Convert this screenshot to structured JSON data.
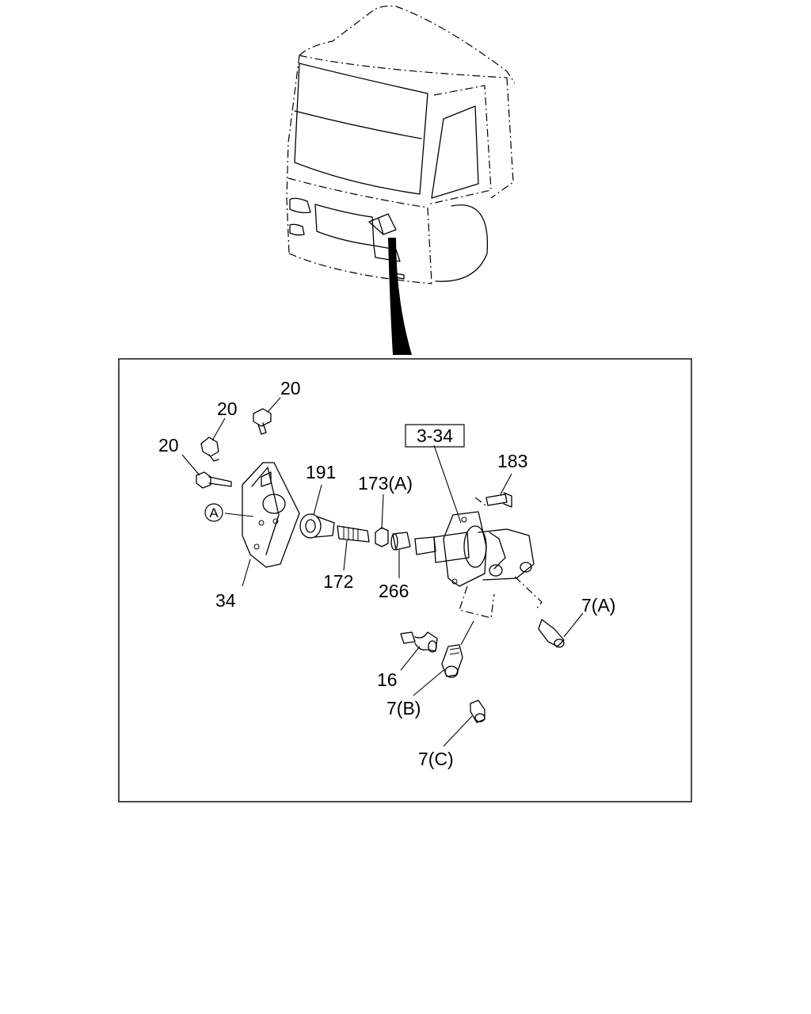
{
  "callouts": {
    "c20a": "20",
    "c20b": "20",
    "c20c": "20",
    "c191": "191",
    "c173a": "173(A)",
    "c183": "183",
    "cA": "A",
    "c34": "34",
    "c172": "172",
    "c266": "266",
    "c7a": "7(A)",
    "c16": "16",
    "c7b": "7(B)",
    "c7c": "7(C)",
    "ref": "3-34"
  }
}
